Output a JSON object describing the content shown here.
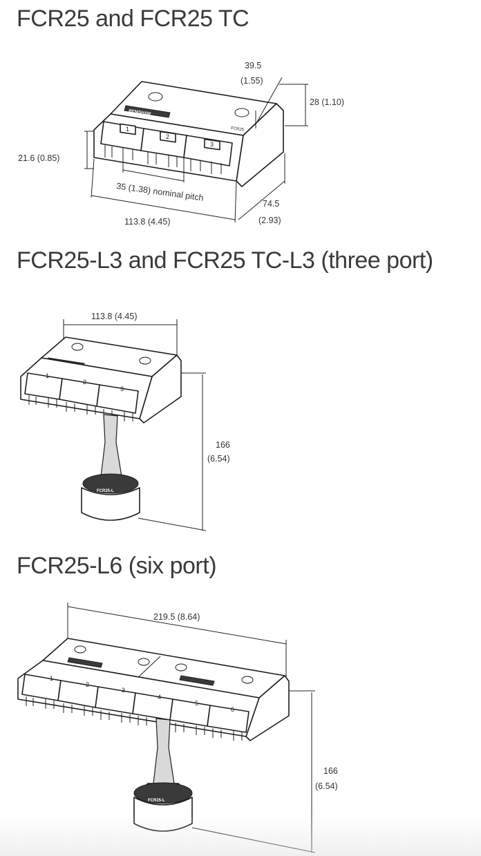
{
  "sections": [
    {
      "title": "FCR25 and FCR25 TC",
      "labels": {
        "width": "113.8 (4.45)",
        "pitch": "35 (1.38) nominal pitch",
        "front_height": "21.6 (0.85)",
        "top_depth_a": "39.5",
        "top_depth_b": "(1.55)",
        "height": "28 (1.10)",
        "depth_a": "74.5",
        "depth_b": "(2.93)"
      }
    },
    {
      "title": "FCR25-L3 and FCR25 TC-L3 (three port)",
      "labels": {
        "width": "113.8 (4.45)",
        "height_a": "166",
        "height_b": "(6.54)"
      }
    },
    {
      "title": "FCR25-L6 (six port)",
      "labels": {
        "width": "219.5 (8.64)",
        "height_a": "166",
        "height_b": "(6.54)"
      }
    }
  ],
  "ports": [
    "1",
    "2",
    "3",
    "4",
    "5",
    "6"
  ],
  "product_mark": "FCR25",
  "stand_label": "FCR25-L",
  "brand_logo": "RENISHAW"
}
